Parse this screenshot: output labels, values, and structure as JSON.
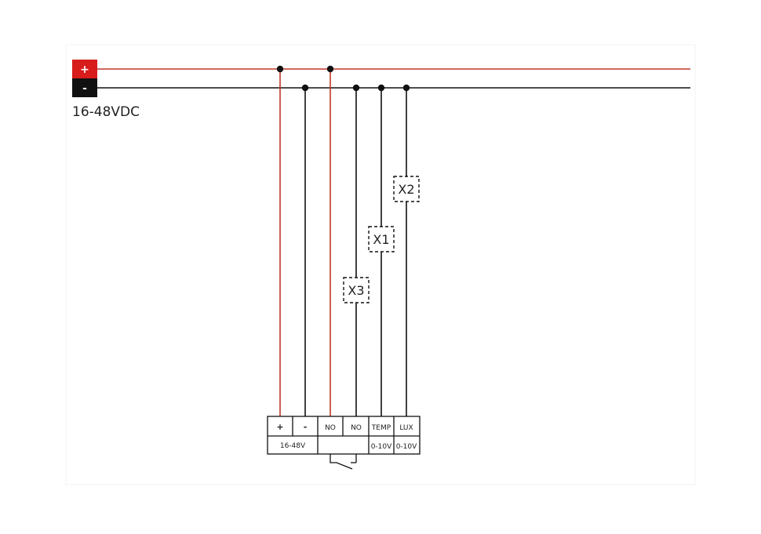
{
  "supply": {
    "plus_label": "+",
    "minus_label": "-",
    "voltage_label": "16-48VDC"
  },
  "sensors": {
    "x1": "X1",
    "x2": "X2",
    "x3": "X3"
  },
  "terminal_block": {
    "top_labels": [
      "+",
      "-",
      "NO",
      "NO",
      "TEMP",
      "LUX"
    ],
    "power_range_label": "16-48V",
    "temp_range_label": "0-10V",
    "lux_range_label": "0-10V"
  },
  "colors": {
    "positive_wire": "#c0392b",
    "negative_wire": "#111111",
    "plus_badge": "#d81b1b",
    "minus_badge": "#111111"
  }
}
